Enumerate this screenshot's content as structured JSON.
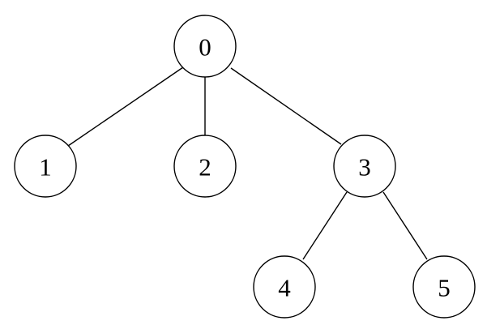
{
  "diagram": {
    "type": "tree",
    "nodes": [
      {
        "id": "0",
        "label": "0"
      },
      {
        "id": "1",
        "label": "1"
      },
      {
        "id": "2",
        "label": "2"
      },
      {
        "id": "3",
        "label": "3"
      },
      {
        "id": "4",
        "label": "4"
      },
      {
        "id": "5",
        "label": "5"
      }
    ],
    "edges": [
      {
        "from": "0",
        "to": "1"
      },
      {
        "from": "0",
        "to": "2"
      },
      {
        "from": "0",
        "to": "3"
      },
      {
        "from": "3",
        "to": "4"
      },
      {
        "from": "3",
        "to": "5"
      }
    ]
  }
}
